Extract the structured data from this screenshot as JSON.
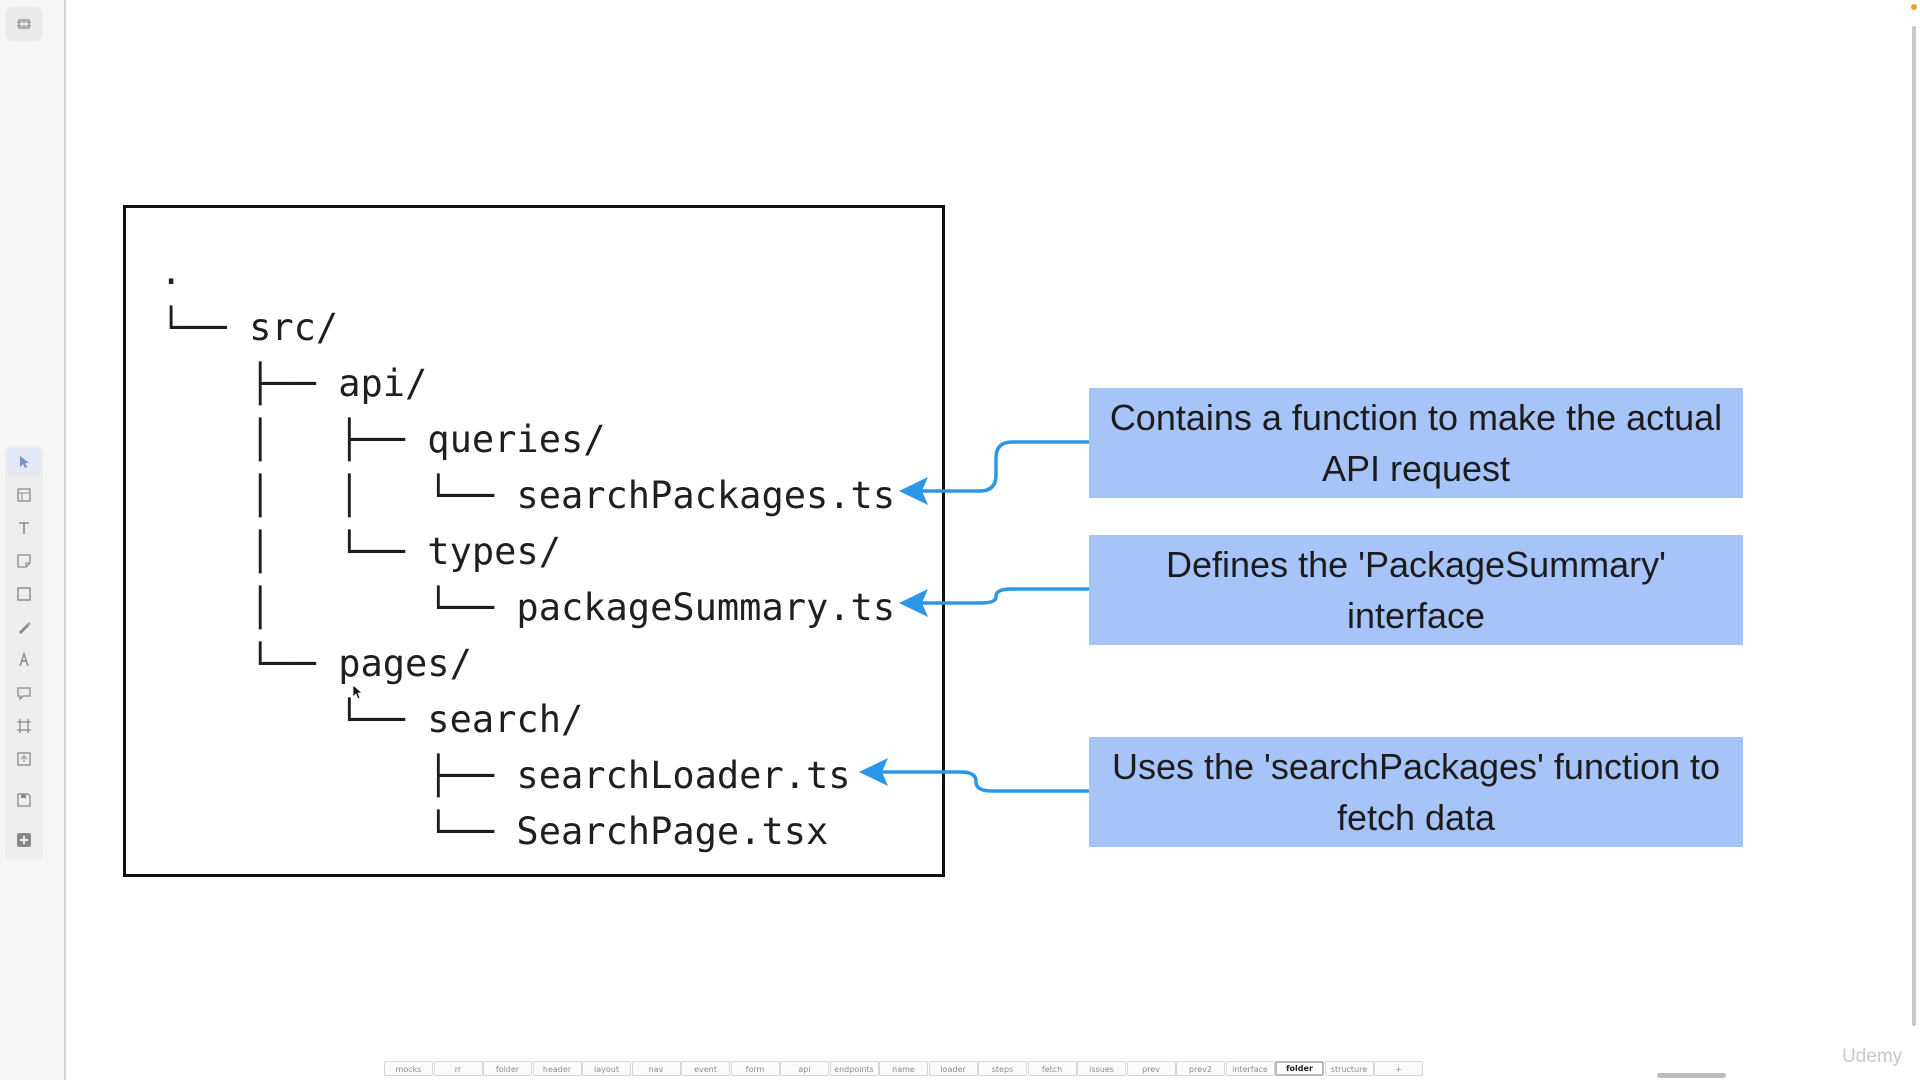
{
  "tree": {
    "lines": [
      ".",
      "└── src/",
      "    ├── api/",
      "    │   ├── queries/",
      "    │   │   └── searchPackages.ts",
      "    │   └── types/",
      "    │       └── packageSummary.ts",
      "    └── pages/",
      "        └── search/",
      "            ├── searchLoader.ts",
      "            └── SearchPage.tsx"
    ]
  },
  "callouts": [
    "Contains a function to make the actual API request",
    "Defines the 'PackageSummary' interface",
    "Uses the 'searchPackages' function to fetch data"
  ],
  "colors": {
    "callout_bg": "#a6c4f7",
    "arrow": "#2b97e8",
    "frame": "#111111"
  },
  "tabs": [
    "mocks",
    "rr",
    "folder",
    "header",
    "layout",
    "nav",
    "event",
    "form",
    "api",
    "endpoints",
    "name",
    "loader",
    "steps",
    "fetch",
    "issues",
    "prev",
    "prev2",
    "interface",
    "folder",
    "structure",
    "+"
  ],
  "active_tab_index": 18,
  "tools": [
    "select-icon",
    "layout-icon",
    "text-icon",
    "sticky-note-icon",
    "rectangle-icon",
    "pen-icon",
    "highlighter-icon",
    "comment-icon",
    "frame-icon",
    "upload-icon",
    "save-icon",
    "plus-icon"
  ],
  "watermark": "Udemy"
}
